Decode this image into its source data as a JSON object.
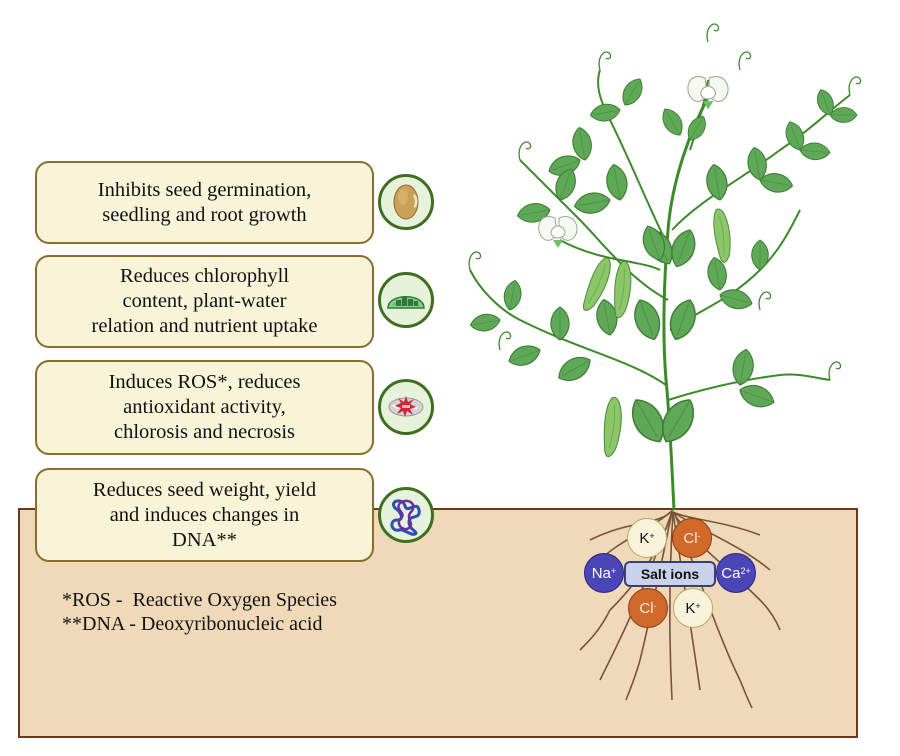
{
  "effects": [
    {
      "lines": [
        "Inhibits seed germination,",
        "seedling and root growth"
      ],
      "icon": "seed-icon"
    },
    {
      "lines": [
        "Reduces chlorophyll",
        "content, plant-water",
        "relation and nutrient uptake"
      ],
      "icon": "chloroplast-icon"
    },
    {
      "lines": [
        "Induces ROS*, reduces",
        "antioxidant activity,",
        "chlorosis and necrosis"
      ],
      "icon": "mitochondria-ros-icon"
    },
    {
      "lines": [
        "Reduces seed weight, yield",
        "and induces changes in",
        "DNA**"
      ],
      "icon": "dna-icon"
    }
  ],
  "footnotes": [
    "*ROS -  Reactive Oxygen Species",
    "**DNA - Deoxyribonucleic acid"
  ],
  "salt_ions": {
    "label": "Salt ions",
    "ions": [
      {
        "id": "k-top",
        "base": "K",
        "charge": "+"
      },
      {
        "id": "cl-top",
        "base": "Cl",
        "charge": "-"
      },
      {
        "id": "na",
        "base": "Na",
        "charge": "+"
      },
      {
        "id": "ca",
        "base": "Ca",
        "charge": "2+"
      },
      {
        "id": "cl-bottom",
        "base": "Cl",
        "charge": "-"
      },
      {
        "id": "k-bottom",
        "base": "K",
        "charge": "+"
      }
    ]
  },
  "colors": {
    "soil": "#efd9b9",
    "soil_border": "#6b3a1a",
    "box_fill": "#f7f4d8",
    "box_border": "#8a6d2a",
    "leaf": "#5fa857",
    "stem": "#3d8a2a",
    "root": "#7a5236",
    "cl_ion": "#d0692a",
    "k_ion": "#f8f4dc",
    "na_ca_ion": "#4b45b8"
  }
}
